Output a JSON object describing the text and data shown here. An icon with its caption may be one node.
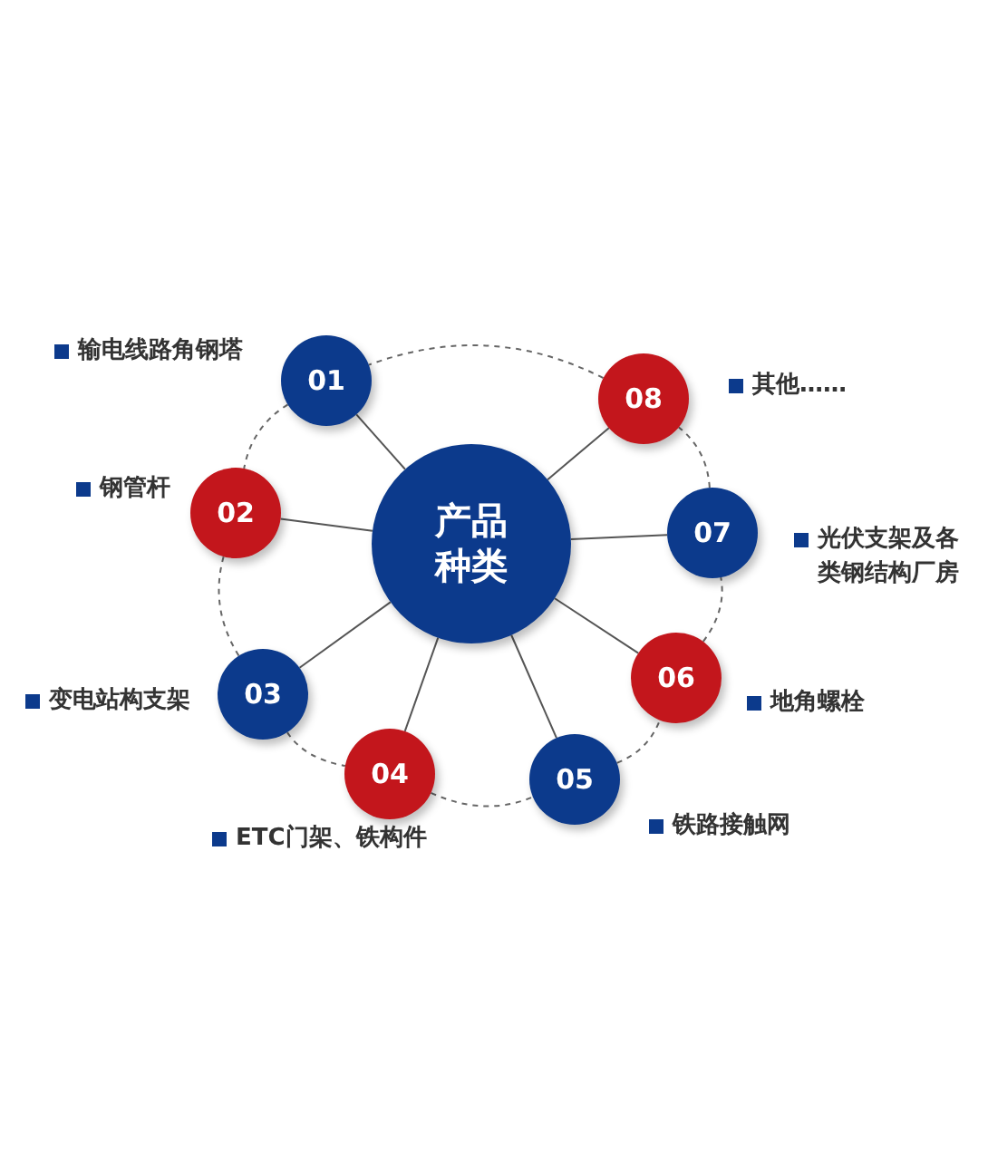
{
  "diagram": {
    "nodes": [
      {
        "text": [
          "产品种类"
        ]
      },
      {
        "text": [
          "01"
        ],
        "beside": [
          "输电线路角钢塔"
        ]
      },
      {
        "text": [
          "02"
        ],
        "beside": [
          "钢管杆"
        ]
      },
      {
        "text": [
          "03"
        ],
        "beside": [
          "变电站构支架"
        ]
      },
      {
        "text": [
          "04"
        ],
        "beside": [
          "ETC门架、铁构件"
        ]
      },
      {
        "text": [
          "05"
        ],
        "beside": [
          "铁路接触网"
        ]
      },
      {
        "text": [
          "06"
        ],
        "beside": [
          "地角螺栓"
        ]
      },
      {
        "text": [
          "07"
        ],
        "beside": [
          "光伏支架及各类钢结构厂房"
        ]
      },
      {
        "text": [
          "08"
        ],
        "beside": [
          "其他……"
        ]
      }
    ],
    "edges": [
      {
        "from": 0,
        "to": 1,
        "arrow": "none"
      },
      {
        "from": 0,
        "to": 2,
        "arrow": "none"
      },
      {
        "from": 0,
        "to": 3,
        "arrow": "none"
      },
      {
        "from": 0,
        "to": 4,
        "arrow": "none"
      },
      {
        "from": 0,
        "to": 5,
        "arrow": "none"
      },
      {
        "from": 0,
        "to": 6,
        "arrow": "none"
      },
      {
        "from": 0,
        "to": 7,
        "arrow": "none"
      },
      {
        "from": 0,
        "to": 8,
        "arrow": "none"
      },
      {
        "from": 1,
        "to": 2,
        "arrow": "none",
        "style": "dashed"
      },
      {
        "from": 2,
        "to": 3,
        "arrow": "none",
        "style": "dashed"
      },
      {
        "from": 3,
        "to": 4,
        "arrow": "none",
        "style": "dashed"
      },
      {
        "from": 4,
        "to": 5,
        "arrow": "none",
        "style": "dashed"
      },
      {
        "from": 5,
        "to": 6,
        "arrow": "none",
        "style": "dashed"
      },
      {
        "from": 6,
        "to": 7,
        "arrow": "none",
        "style": "dashed"
      },
      {
        "from": 7,
        "to": 8,
        "arrow": "none",
        "style": "dashed"
      },
      {
        "from": 8,
        "to": 1,
        "arrow": "none",
        "style": "dashed"
      }
    ]
  }
}
